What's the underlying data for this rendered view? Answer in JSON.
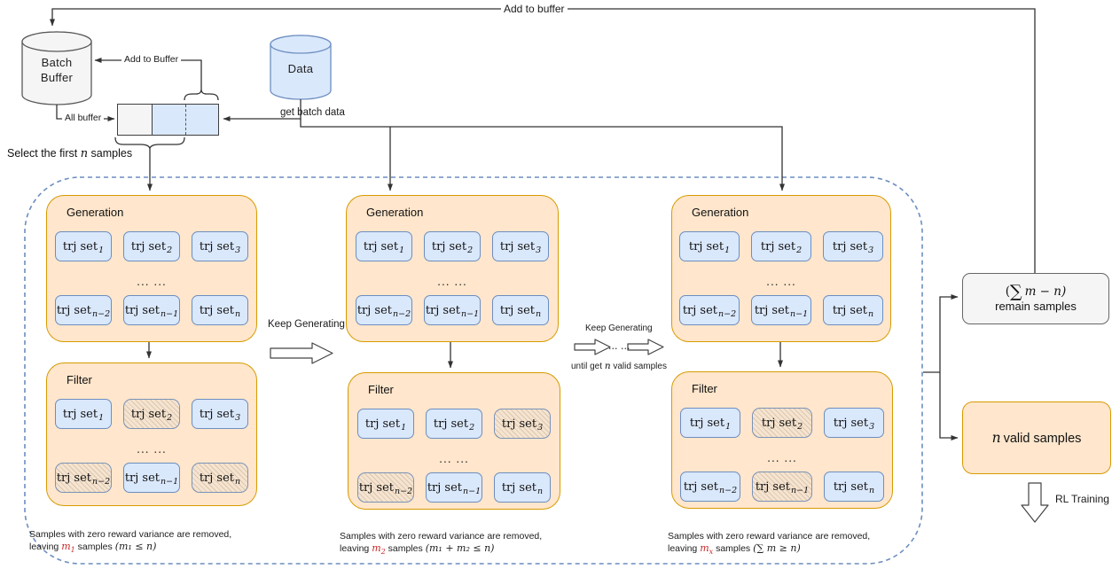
{
  "palette": {
    "container_fill": "#ffe6cc",
    "container_border": "#d79b00",
    "cell_fill": "#dae8fc",
    "cell_border": "#6c8ebf",
    "removed_fill": "#f5e4d1",
    "removed_border": "#7a93b8",
    "gray_fill": "#f5f5f5",
    "gray_border": "#666666",
    "dashed_container_border": "#6c8ebf",
    "removed_count_color": "#cc2a2a",
    "line_color": "#333333"
  },
  "feedback_label": "Add to buffer",
  "source": {
    "batch_buffer_line1": "Batch",
    "batch_buffer_line2": "Buffer",
    "add_to_buffer": "Add to Buffer",
    "all_buffer": "All buffer",
    "data": "Data",
    "get_batch_data": "get batch data",
    "select_pre": "Select the first",
    "select_var": "n",
    "select_post": "samples"
  },
  "columns": [
    {
      "generation_title": "Generation",
      "filter_title": "Filter",
      "dots": "... ...",
      "gen_cells": [
        {
          "base": "trj set",
          "sub": "1"
        },
        {
          "base": "trj set",
          "sub": "2"
        },
        {
          "base": "trj set",
          "sub": "3"
        },
        {
          "base": "trj set",
          "sub": "n−2"
        },
        {
          "base": "trj set",
          "sub": "n−1"
        },
        {
          "base": "trj set",
          "sub": "n"
        }
      ],
      "filter_cells": [
        {
          "base": "trj set",
          "sub": "1",
          "removed": false
        },
        {
          "base": "trj set",
          "sub": "2",
          "removed": true
        },
        {
          "base": "trj set",
          "sub": "3",
          "removed": false
        },
        {
          "base": "trj set",
          "sub": "n−2",
          "removed": true
        },
        {
          "base": "trj set",
          "sub": "n−1",
          "removed": false
        },
        {
          "base": "trj set",
          "sub": "n",
          "removed": true
        }
      ],
      "caption_line1": "Samples with zero reward variance are removed,",
      "caption_leaving": "leaving",
      "m_base": "m",
      "m_sub": "1",
      "caption_samples": "samples",
      "formula": "(m₁ ≤ n)"
    },
    {
      "generation_title": "Generation",
      "filter_title": "Filter",
      "dots": "... ...",
      "gen_cells": [
        {
          "base": "trj set",
          "sub": "1"
        },
        {
          "base": "trj set",
          "sub": "2"
        },
        {
          "base": "trj set",
          "sub": "3"
        },
        {
          "base": "trj set",
          "sub": "n−2"
        },
        {
          "base": "trj set",
          "sub": "n−1"
        },
        {
          "base": "trj set",
          "sub": "n"
        }
      ],
      "filter_cells": [
        {
          "base": "trj set",
          "sub": "1",
          "removed": false
        },
        {
          "base": "trj set",
          "sub": "2",
          "removed": false
        },
        {
          "base": "trj set",
          "sub": "3",
          "removed": true
        },
        {
          "base": "trj set",
          "sub": "n−2",
          "removed": true
        },
        {
          "base": "trj set",
          "sub": "n−1",
          "removed": false
        },
        {
          "base": "trj set",
          "sub": "n",
          "removed": false
        }
      ],
      "caption_line1": "Samples with zero reward variance are removed,",
      "caption_leaving": "leaving",
      "m_base": "m",
      "m_sub": "2",
      "caption_samples": "samples",
      "formula": "(m₁ + m₂ ≤ n)"
    },
    {
      "generation_title": "Generation",
      "filter_title": "Filter",
      "dots": "... ...",
      "gen_cells": [
        {
          "base": "trj set",
          "sub": "1"
        },
        {
          "base": "trj set",
          "sub": "2"
        },
        {
          "base": "trj set",
          "sub": "3"
        },
        {
          "base": "trj set",
          "sub": "n−2"
        },
        {
          "base": "trj set",
          "sub": "n−1"
        },
        {
          "base": "trj set",
          "sub": "n"
        }
      ],
      "filter_cells": [
        {
          "base": "trj set",
          "sub": "1",
          "removed": false
        },
        {
          "base": "trj set",
          "sub": "2",
          "removed": true
        },
        {
          "base": "trj set",
          "sub": "3",
          "removed": false
        },
        {
          "base": "trj set",
          "sub": "n−2",
          "removed": false
        },
        {
          "base": "trj set",
          "sub": "n−1",
          "removed": true
        },
        {
          "base": "trj set",
          "sub": "n",
          "removed": false
        }
      ],
      "caption_line1": "Samples with zero reward variance are removed,",
      "caption_leaving": "leaving",
      "m_base": "m",
      "m_sub": "x",
      "caption_samples": "samples",
      "formula": "(∑ m ≥ n)"
    }
  ],
  "transitions": {
    "keep_generating_1": "Keep Generating",
    "keep_generating_2": "Keep Generating",
    "dots": "... ...",
    "until_pre": "until get",
    "until_var": "n",
    "until_post": "valid samples"
  },
  "outputs": {
    "remain_open": "(",
    "remain_sigma": "∑",
    "remain_expr": "m − n)",
    "remain_line2": "remain samples",
    "valid_var": "n",
    "valid_label": "valid samples",
    "rl_training": "RL Training"
  }
}
